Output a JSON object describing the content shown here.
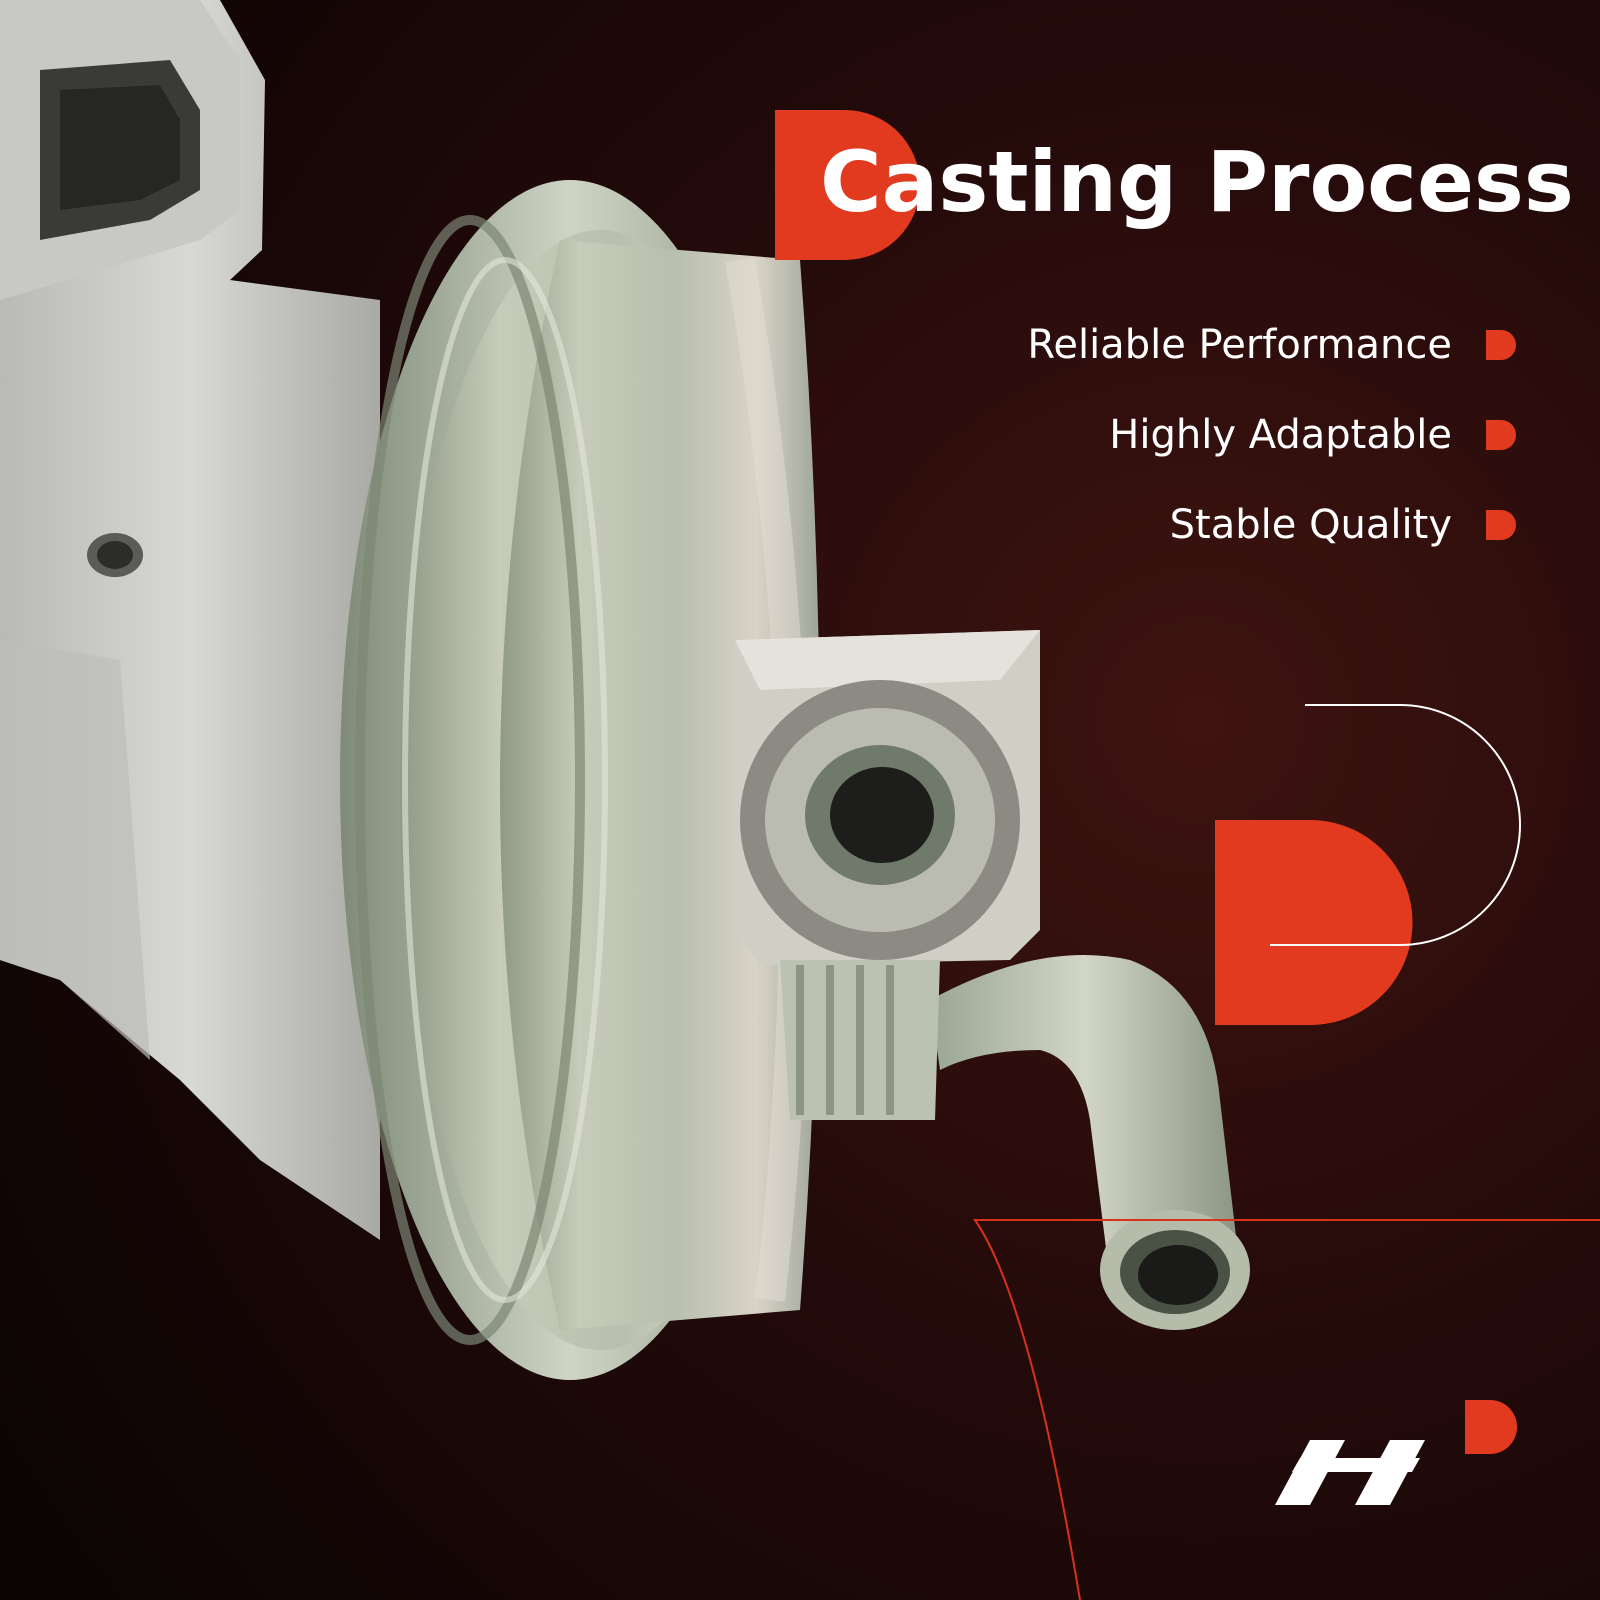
{
  "banner": {
    "title": "Casting Process",
    "features": [
      {
        "label": "Reliable Performance",
        "icon": "d-marker-icon"
      },
      {
        "label": "Highly Adaptable",
        "icon": "d-marker-icon"
      },
      {
        "label": "Stable Quality",
        "icon": "d-marker-icon"
      }
    ]
  },
  "colors": {
    "accent": "#e23a1f",
    "text": "#ffffff",
    "background_dark": "#120606",
    "background_mid": "#3a1210"
  }
}
